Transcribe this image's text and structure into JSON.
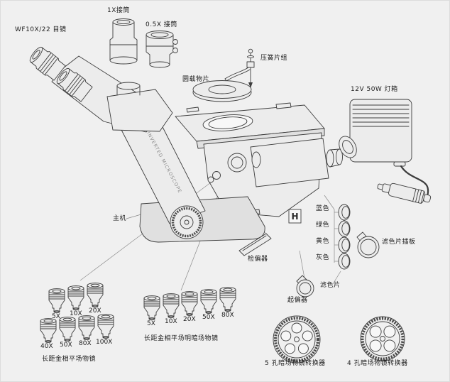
{
  "colors": {
    "background": "#f0f0f0",
    "line": "#3c3c3c"
  },
  "labels": {
    "tube_1x": "1X接筒",
    "eyepiece": "WF10X/22 目镜",
    "tube_05x": "0.5X 接筒",
    "spring_set": "压簧片组",
    "round_plate": "圆载物片",
    "lamp_house": "12V 50W 灯箱",
    "main_unit": "主机",
    "body_print": "INVERTED MICROSCOPE",
    "brand_mark": "H",
    "filter_blue": "蓝色",
    "filter_green": "绿色",
    "filter_yellow": "黄色",
    "filter_gray": "灰色",
    "filter_board": "滤色片插板",
    "filters": "滤色片",
    "analyzer": "检偏器",
    "polarizer": "起偏器",
    "obj_group1": "长距金相平场物镜",
    "obj_group2": "长距金相平场明暗场物镜",
    "turret5": "5 孔暗场物镜转换器",
    "turret4": "4 孔暗场物镜转换器"
  },
  "objectives": {
    "g1r1": [
      "5X",
      "10X",
      "20X"
    ],
    "g1r2": [
      "40X",
      "50X",
      "80X",
      "100X"
    ],
    "g2": [
      "5X",
      "10X",
      "20X",
      "50X",
      "80X"
    ]
  }
}
